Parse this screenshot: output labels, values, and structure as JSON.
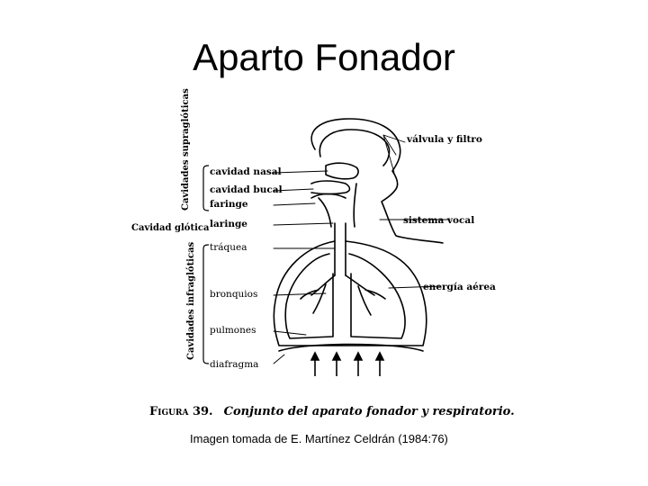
{
  "slide": {
    "title": "Aparto Fonador"
  },
  "figure": {
    "group_labels": {
      "supraglottic": "Cavidades supraglóticas",
      "glottic": "Cavidad glótica",
      "infraglottic": "Cavidades infraglóticas"
    },
    "labels": {
      "nasal": "cavidad nasal",
      "bucal": "cavidad bucal",
      "faringe": "faringe",
      "laringe": "laringe",
      "traquea": "tráquea",
      "bronquios": "bronquios",
      "pulmones": "pulmones",
      "diafragma": "diafragma",
      "valvula": "válvula y filtro",
      "sistema": "sistema vocal",
      "energia": "energía aérea"
    },
    "caption": {
      "number": "Figura 39.",
      "text": "Conjunto del aparato fonador y respiratorio."
    },
    "credit": "Imagen tomada de E. Martínez Celdrán (1984:76)"
  }
}
